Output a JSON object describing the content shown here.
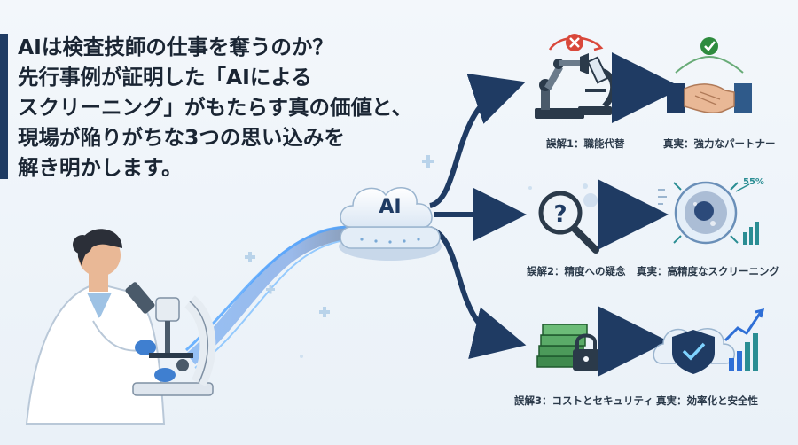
{
  "headline": {
    "lines": [
      "AIは検査技師の仕事を奪うのか？",
      "先行事例が証明した「AIによる",
      "スクリーニング」がもたらす真の価値と、",
      "現場が陥りがちな3つの思い込みを",
      "解き明かします。"
    ]
  },
  "hub": {
    "label": "AI"
  },
  "rows": [
    {
      "misconception": "誤解1：職能代替",
      "truth": "真実：強力なパートナー"
    },
    {
      "misconception": "誤解2：精度への疑念",
      "truth": "真実：高精度なスクリーニング"
    },
    {
      "misconception": "誤解3：コストとセキュリティ",
      "truth": "真実：効率化と安全性"
    }
  ],
  "annotations": {
    "percent": "55%"
  },
  "colors": {
    "navy": "#1f3b63",
    "blue": "#2f6fd6",
    "teal": "#2a8d93",
    "green": "#2e8b3e",
    "red": "#d9483b"
  }
}
